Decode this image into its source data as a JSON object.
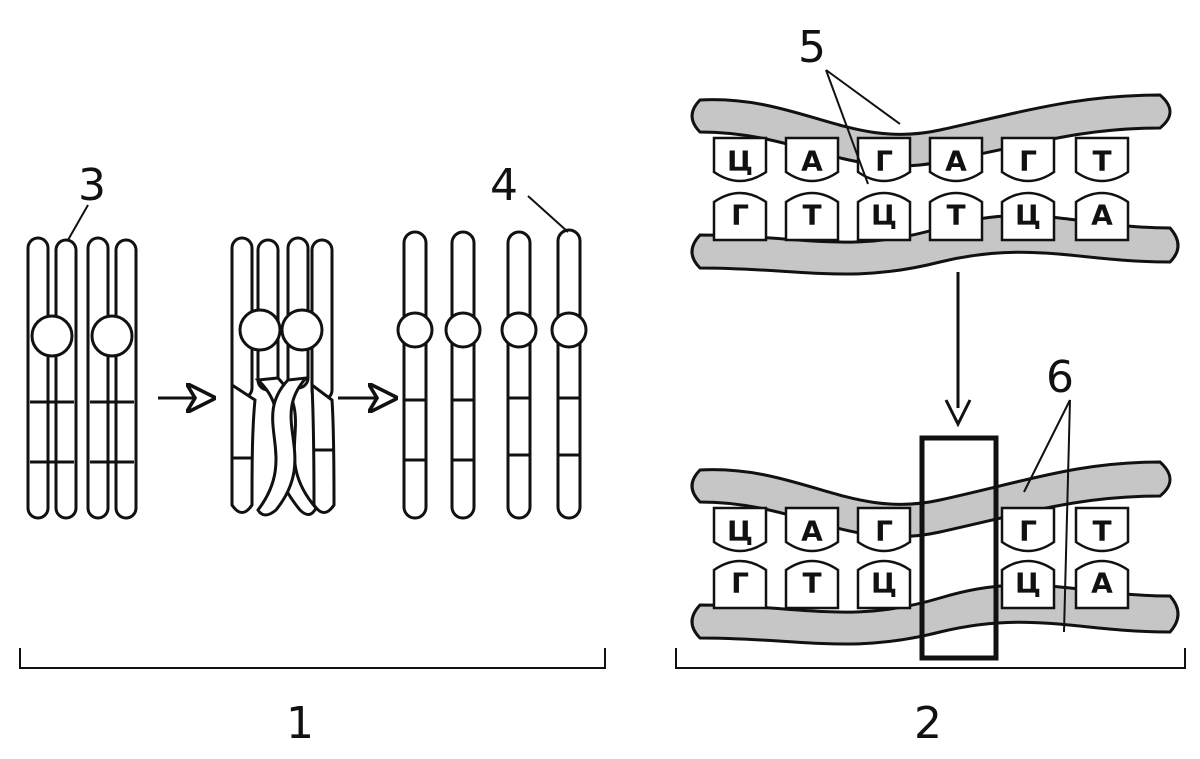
{
  "labels": {
    "panel_1": "1",
    "panel_2": "2",
    "label_3": "3",
    "label_4": "4",
    "label_5": "5",
    "label_6": "6"
  },
  "dna_top": {
    "upper": [
      "Ц",
      "А",
      "Г",
      "А",
      "Г",
      "Т"
    ],
    "lower": [
      "Г",
      "Т",
      "Ц",
      "Т",
      "Ц",
      "А"
    ]
  },
  "dna_bottom": {
    "upper": [
      "Ц",
      "А",
      "Г",
      "",
      "Г",
      "Т"
    ],
    "lower": [
      "Г",
      "Т",
      "Ц",
      "",
      "Ц",
      "А"
    ]
  }
}
